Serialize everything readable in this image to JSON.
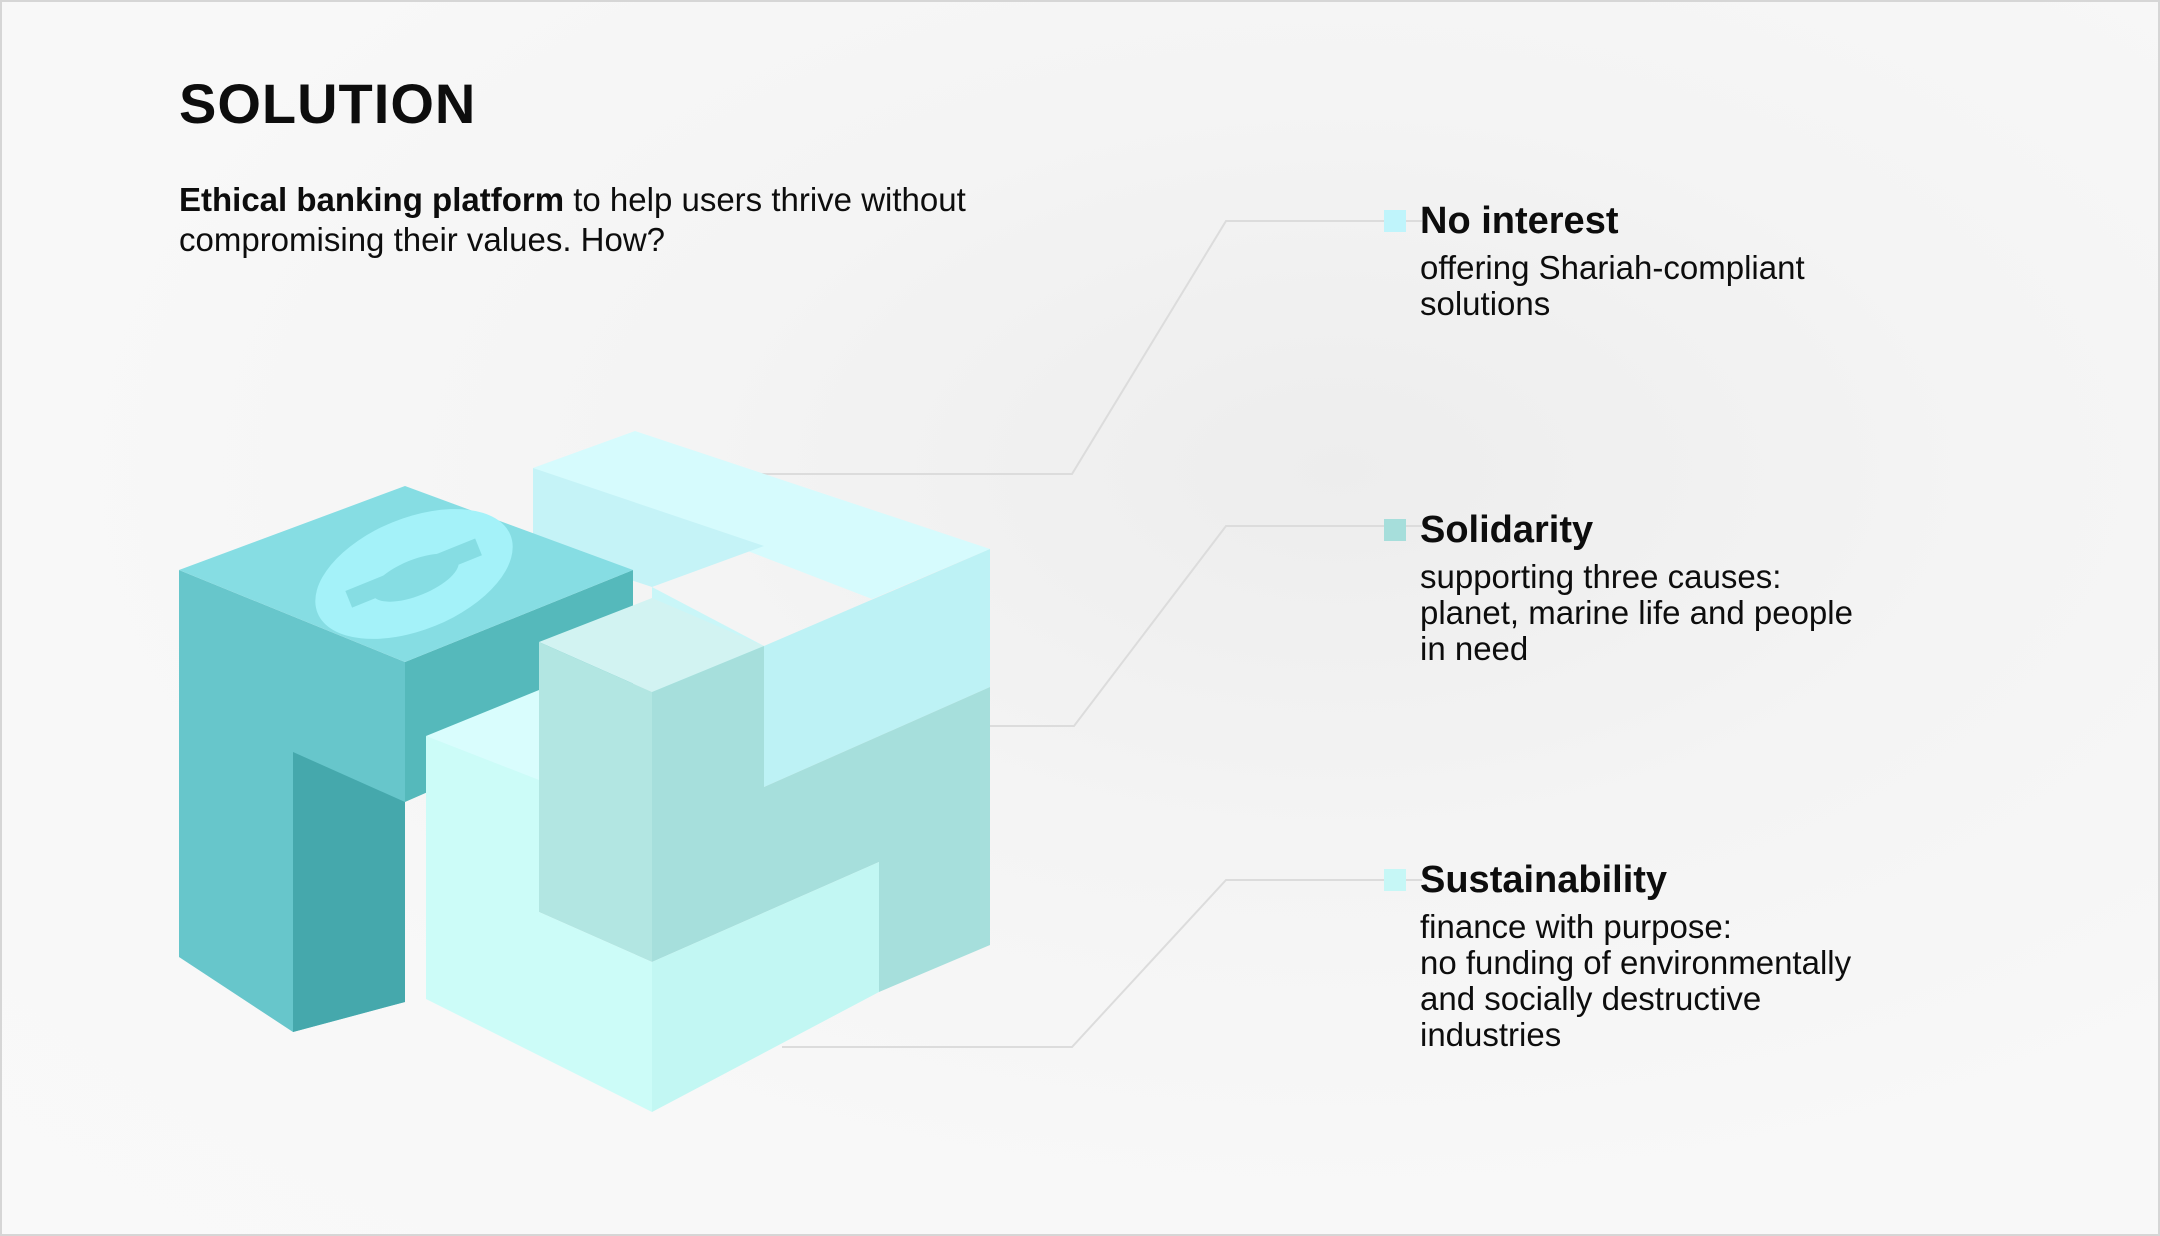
{
  "slide": {
    "title": "SOLUTION",
    "intro_bold": "Ethical banking platform",
    "intro_rest": " to help users thrive without compromising their values. How?"
  },
  "features": [
    {
      "title": "No interest",
      "description": "offering  Shariah-compliant\nsolutions",
      "marker_color": "#bff4fb"
    },
    {
      "title": "Solidarity",
      "description": "supporting three causes:\nplanet, marine life and people\nin need",
      "marker_color": "#a6dedb"
    },
    {
      "title": "Sustainability",
      "description": "finance with purpose:\nno funding of environmentally\nand socially destructive\nindustries",
      "marker_color": "#c6f7f6"
    }
  ],
  "illustration": {
    "logo_icon": "cube-puzzle-logo-icon",
    "colors": {
      "dark_teal": "#48a9ac",
      "teal": "#67c6cb",
      "teal_top": "#86dde3",
      "light_cyan": "#d9fdfd",
      "mint": "#a6dfdc",
      "pale_cyan": "#ccfcf8"
    }
  }
}
